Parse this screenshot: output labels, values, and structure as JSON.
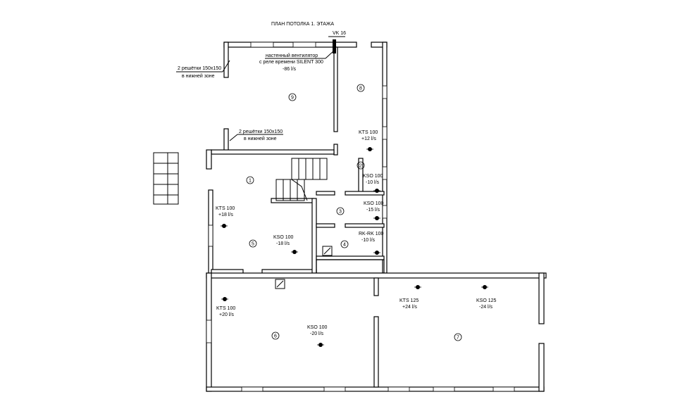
{
  "title": "ПЛАН ПОТОЛКА 1. ЭТАЖА",
  "annotations": {
    "vk": "VK 16",
    "fan_line1": "настенный вентилятор",
    "fan_line2": "с реле времени SILENT 300",
    "fan_flow": "-86 l/s",
    "grille1_line1": "2 решётки 150x150",
    "grille1_line2": "в нижней зоне",
    "grille2_line1": "2 решётки 150x150",
    "grille2_line2": "в нижней зоне"
  },
  "rooms": [
    "1",
    "2",
    "3",
    "4",
    "5",
    "6",
    "7",
    "8",
    "9"
  ],
  "devices": [
    {
      "model": "KTS 100",
      "flow": "+12 l/s"
    },
    {
      "model": "KSO 100",
      "flow": "-10 l/s"
    },
    {
      "model": "KSO 100",
      "flow": "-15 l/s"
    },
    {
      "model": "RK-RK 100",
      "flow": "-10 l/s"
    },
    {
      "model": "KTS 100",
      "flow": "+18 l/s"
    },
    {
      "model": "KSO 100",
      "flow": "-18 l/s"
    },
    {
      "model": "KTS 100",
      "flow": "+20 l/s"
    },
    {
      "model": "KSO 100",
      "flow": "-20 l/s"
    },
    {
      "model": "KTS 125",
      "flow": "+24 l/s"
    },
    {
      "model": "KSO 125",
      "flow": "-24 l/s"
    }
  ]
}
